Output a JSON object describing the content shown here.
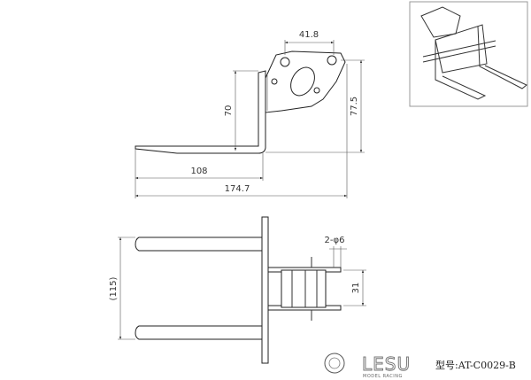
{
  "side_view": {
    "dimensions": {
      "bracket_width": "41.8",
      "height_total": "77.5",
      "upright_height": "70",
      "tine_length": "108",
      "total_length": "174.7"
    }
  },
  "top_view": {
    "dimensions": {
      "fork_spacing": "(115)",
      "holes": "2-φ6",
      "hole_spacing": "31"
    }
  },
  "inset": {
    "description_icon": "isometric-fork-attachment"
  },
  "branding": {
    "brand": "LESU",
    "tagline": "MODEL RACING",
    "model_label": "型号:AT-C0029-B"
  }
}
